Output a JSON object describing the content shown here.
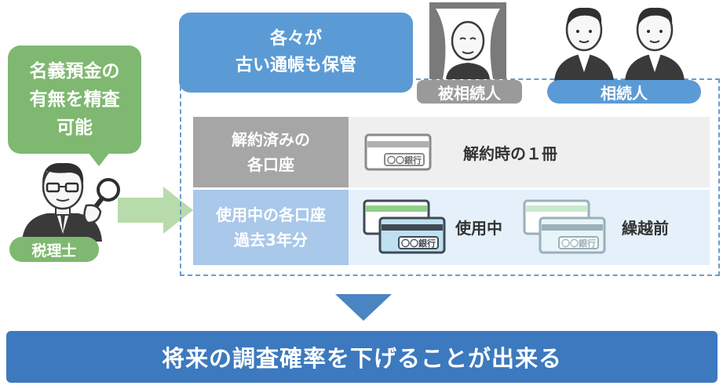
{
  "tax_accountant": {
    "bubble_lines": [
      "名義預金の",
      "有無を精査",
      "可能"
    ],
    "label": "税理士"
  },
  "family": {
    "header_lines": [
      "各々が",
      "古い通帳も保管"
    ],
    "decedent_label": "被相続人",
    "heirs_label": "相続人"
  },
  "rows": {
    "closed": {
      "label_lines": [
        "解約済みの",
        "各口座"
      ],
      "passbook_text": "〇〇銀行",
      "description": "解約時の１冊"
    },
    "active": {
      "label_lines": [
        "使用中の各口座",
        "過去3年分"
      ],
      "passbook_text": "〇〇銀行",
      "in_use_label": "使用中",
      "carried_over_label": "繰越前"
    }
  },
  "conclusion": "将来の調査確率を下げることが出来る",
  "colors": {
    "green": "#7fb870",
    "blue": "#5b9bd5",
    "dark_blue": "#3c79be",
    "gray": "#a6a6a6"
  }
}
